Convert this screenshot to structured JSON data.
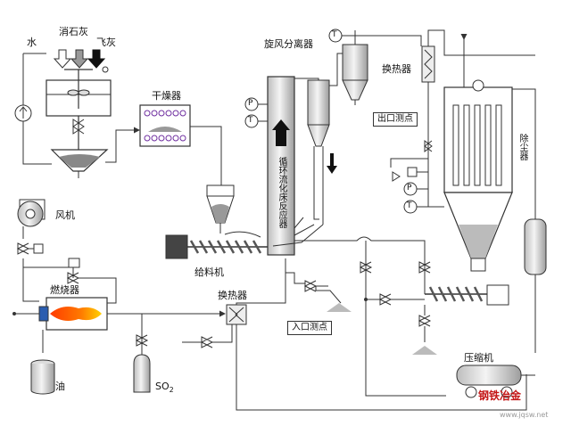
{
  "labels": {
    "water": "水",
    "limestone": "消石灰",
    "fly_ash": "飞灰",
    "dryer": "干燥器",
    "cyclone": "旋风分离器",
    "heat_exchanger_top": "换热器",
    "outlet_point": "出口测点",
    "reactor": "循环流化床反应器",
    "dust_collector": "除尘器",
    "fan": "风机",
    "feeder": "给料机",
    "burner": "燃烧器",
    "heat_exchanger_bottom": "换热器",
    "inlet_point": "入口测点",
    "oil": "油",
    "so2": "SO",
    "so2_sub": "2",
    "compressor": "压缩机",
    "gauge_P": "P",
    "gauge_T": "T"
  },
  "watermark": {
    "brand": "钢铁冶金",
    "url": "www.jqsw.net"
  },
  "colors": {
    "line": "#333333",
    "fill_gray": "#b0b0b0",
    "fill_light": "#e8e8e8",
    "flame_orange": "#ff6a00",
    "flame_yellow": "#ffd200",
    "coil_purple": "#7030a0",
    "watermark_red": "#c41616"
  }
}
